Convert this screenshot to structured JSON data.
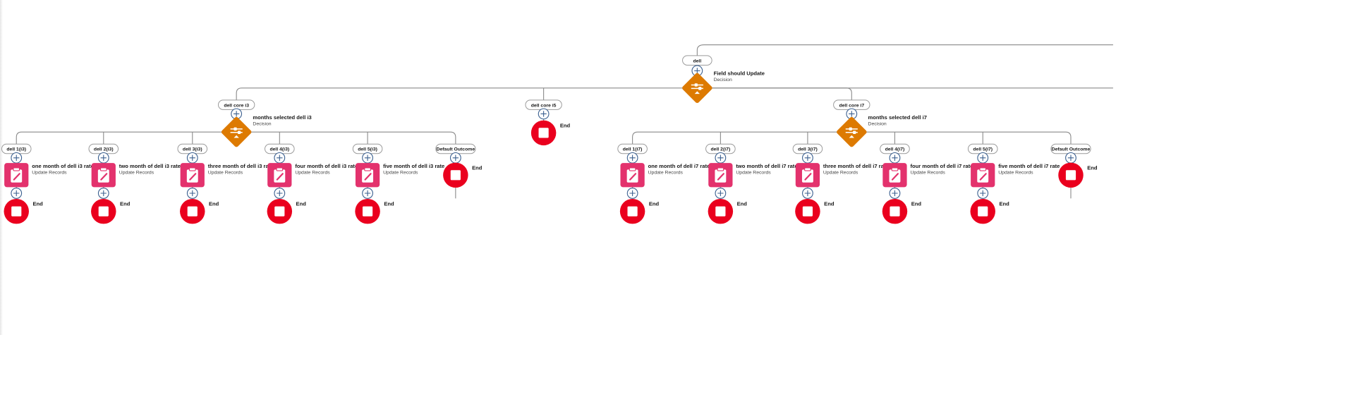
{
  "root": {
    "label": "dell",
    "decision": {
      "title": "Field should Update",
      "subtitle": "Decision"
    }
  },
  "branches": [
    {
      "label": "dell core i3",
      "decision": {
        "title": "months selected dell i3",
        "subtitle": "Decision"
      },
      "outcomes": [
        {
          "label": "dell 1(i3)",
          "action": {
            "title": "one month of dell i3 rate",
            "subtitle": "Update Records"
          },
          "end_label": "End"
        },
        {
          "label": "dell 2(i3)",
          "action": {
            "title": "two month of dell i3 rate",
            "subtitle": "Update Records"
          },
          "end_label": "End"
        },
        {
          "label": "dell 3(i3)",
          "action": {
            "title": "three month of dell i3 rate",
            "subtitle": "Update Records"
          },
          "end_label": "End"
        },
        {
          "label": "dell 4(i3)",
          "action": {
            "title": "four month of dell i3 rate",
            "subtitle": "Update Records"
          },
          "end_label": "End"
        },
        {
          "label": "dell 5(i3)",
          "action": {
            "title": "five month of dell i3 rate",
            "subtitle": "Update Records"
          },
          "end_label": "End"
        },
        {
          "label": "Default Outcome",
          "action": null,
          "end_label": "End"
        }
      ]
    },
    {
      "label": "dell core i5",
      "decision": null,
      "end_label": "End"
    },
    {
      "label": "dell core i7",
      "decision": {
        "title": "months selected dell i7",
        "subtitle": "Decision"
      },
      "outcomes": [
        {
          "label": "dell 1(i7)",
          "action": {
            "title": "one month of dell i7 rate",
            "subtitle": "Update Records"
          },
          "end_label": "End"
        },
        {
          "label": "dell 2(i7)",
          "action": {
            "title": "two month of dell i7 rate",
            "subtitle": "Update Records"
          },
          "end_label": "End"
        },
        {
          "label": "dell 3(i7)",
          "action": {
            "title": "three month of dell i7 rate",
            "subtitle": "Update Records"
          },
          "end_label": "End"
        },
        {
          "label": "dell 4(i7)",
          "action": {
            "title": "four month of dell i7 rate",
            "subtitle": "Update Records"
          },
          "end_label": "End"
        },
        {
          "label": "dell 5(i7)",
          "action": {
            "title": "five month of dell i7 rate",
            "subtitle": "Update Records"
          },
          "end_label": "End"
        },
        {
          "label": "Default Outcome",
          "action": null,
          "end_label": "End"
        }
      ]
    }
  ],
  "colors": {
    "connector": "#8a8a8a",
    "pill_border": "#9a9a9a",
    "add_button": "#3a5f8f",
    "decision": "#dd7a01",
    "action": "#e3326d",
    "end": "#ea001e",
    "text": "#181818",
    "subtext": "#444444"
  },
  "icons": {
    "decision": "decision-icon",
    "action": "update-records-icon",
    "end": "stop-icon",
    "add": "plus-circle-icon"
  }
}
